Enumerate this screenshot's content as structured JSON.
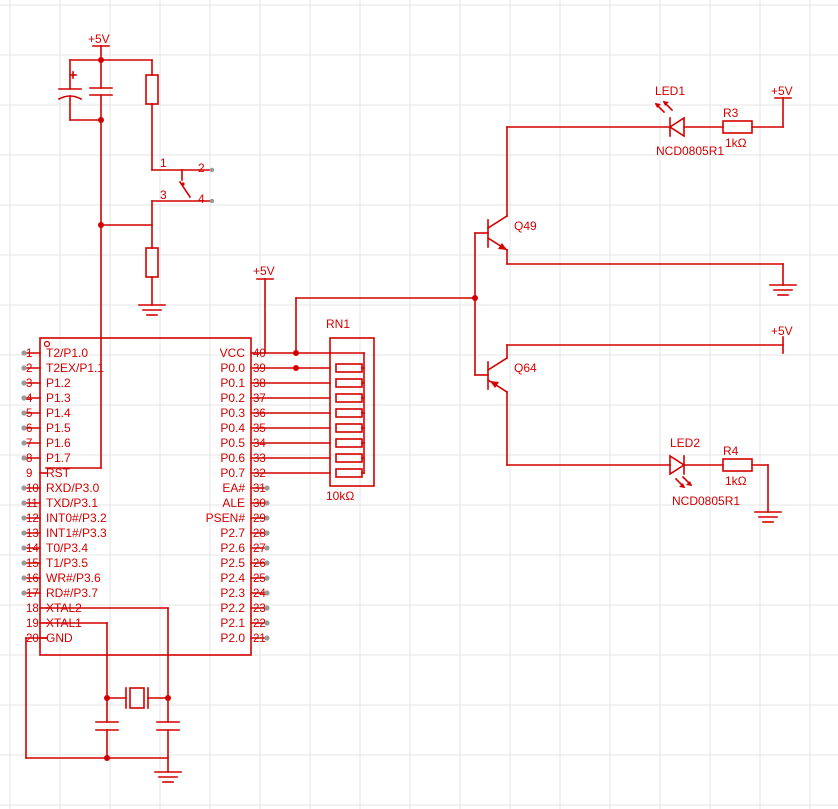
{
  "labels": {
    "vcc_top": "+5V",
    "vcc_mid": "+5V",
    "vcc_led1": "+5V",
    "vcc_q64": "+5V",
    "sw_p1": "1",
    "sw_p2": "2",
    "sw_p3": "3",
    "sw_p4": "4",
    "rn1": "RN1",
    "rn1_value": "10kΩ",
    "led1": "LED1",
    "led1_part": "NCD0805R1",
    "r3": "R3",
    "r3_value": "1kΩ",
    "q49": "Q49",
    "q64": "Q64",
    "led2": "LED2",
    "led2_part": "NCD0805R1",
    "r4": "R4",
    "r4_value": "1kΩ"
  },
  "mcu": {
    "left_pins": [
      {
        "num": "1",
        "name": "T2/P1.0"
      },
      {
        "num": "2",
        "name": "T2EX/P1.1"
      },
      {
        "num": "3",
        "name": "P1.2"
      },
      {
        "num": "4",
        "name": "P1.3"
      },
      {
        "num": "5",
        "name": "P1.4"
      },
      {
        "num": "6",
        "name": "P1.5"
      },
      {
        "num": "7",
        "name": "P1.6"
      },
      {
        "num": "8",
        "name": "P1.7"
      },
      {
        "num": "9",
        "name": "RST"
      },
      {
        "num": "10",
        "name": "RXD/P3.0"
      },
      {
        "num": "11",
        "name": "TXD/P3.1"
      },
      {
        "num": "12",
        "name": "INT0#/P3.2"
      },
      {
        "num": "13",
        "name": "INT1#/P3.3"
      },
      {
        "num": "14",
        "name": "T0/P3.4"
      },
      {
        "num": "15",
        "name": "T1/P3.5"
      },
      {
        "num": "16",
        "name": "WR#/P3.6"
      },
      {
        "num": "17",
        "name": "RD#/P3.7"
      },
      {
        "num": "18",
        "name": "XTAL2"
      },
      {
        "num": "19",
        "name": "XTAL1"
      },
      {
        "num": "20",
        "name": "GND"
      }
    ],
    "right_pins": [
      {
        "num": "40",
        "name": "VCC"
      },
      {
        "num": "39",
        "name": "P0.0"
      },
      {
        "num": "38",
        "name": "P0.1"
      },
      {
        "num": "37",
        "name": "P0.2"
      },
      {
        "num": "36",
        "name": "P0.3"
      },
      {
        "num": "35",
        "name": "P0.4"
      },
      {
        "num": "34",
        "name": "P0.5"
      },
      {
        "num": "33",
        "name": "P0.6"
      },
      {
        "num": "32",
        "name": "P0.7"
      },
      {
        "num": "31",
        "name": "EA#"
      },
      {
        "num": "30",
        "name": "ALE"
      },
      {
        "num": "29",
        "name": "PSEN#"
      },
      {
        "num": "28",
        "name": "P2.7"
      },
      {
        "num": "27",
        "name": "P2.6"
      },
      {
        "num": "26",
        "name": "P2.5"
      },
      {
        "num": "25",
        "name": "P2.4"
      },
      {
        "num": "24",
        "name": "P2.3"
      },
      {
        "num": "23",
        "name": "P2.2"
      },
      {
        "num": "22",
        "name": "P2.1"
      },
      {
        "num": "21",
        "name": "P2.0"
      }
    ]
  }
}
